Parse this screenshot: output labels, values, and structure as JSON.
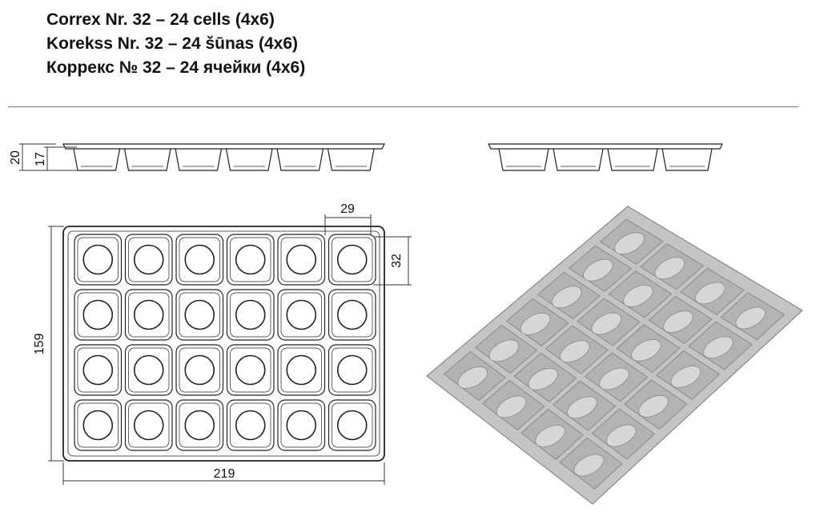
{
  "titles": {
    "line1": "Correx Nr. 32 – 24 cells (4x6)",
    "line2": "Korekss Nr. 32 – 24 šūnas (4x6)",
    "line3": "Коррекс № 32 – 24 ячейки (4x6)"
  },
  "dimensions": {
    "overall_height": "20",
    "cell_depth": "17",
    "cell_width": "29",
    "cell_length": "32",
    "tray_width": "219",
    "tray_length": "159"
  },
  "grid": {
    "rows": 4,
    "columns": 6
  },
  "colors": {
    "tray_fill": "#c4c4c4",
    "line": "#222222"
  }
}
